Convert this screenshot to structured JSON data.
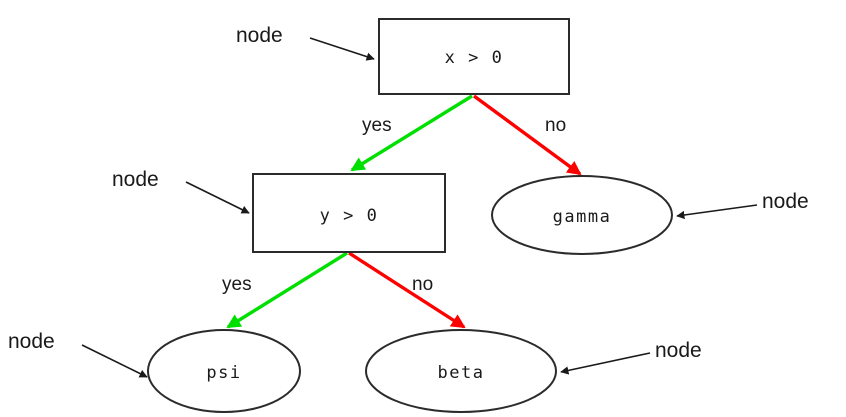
{
  "diagram": {
    "type": "decision-tree",
    "background_color": "#ffffff",
    "outline_color": "#2b2b2b",
    "text_color": "#1a1a1a",
    "yes_edge_color": "#00e000",
    "no_edge_color": "#ff0000",
    "annotation_color": "#1a1a1a",
    "nodes": [
      {
        "id": "root",
        "shape": "rectangle",
        "label": "x > 0"
      },
      {
        "id": "branch",
        "shape": "rectangle",
        "label": "y > 0"
      },
      {
        "id": "gamma",
        "shape": "ellipse",
        "label": "gamma"
      },
      {
        "id": "psi",
        "shape": "ellipse",
        "label": "psi"
      },
      {
        "id": "beta",
        "shape": "ellipse",
        "label": "beta"
      }
    ],
    "edges": [
      {
        "from": "root",
        "to": "branch",
        "label": "yes",
        "color": "#00e000"
      },
      {
        "from": "root",
        "to": "gamma",
        "label": "no",
        "color": "#ff0000"
      },
      {
        "from": "branch",
        "to": "psi",
        "label": "yes",
        "color": "#00e000"
      },
      {
        "from": "branch",
        "to": "beta",
        "label": "no",
        "color": "#ff0000"
      }
    ],
    "annotations": [
      {
        "id": "annot-root",
        "label": "node",
        "target": "root"
      },
      {
        "id": "annot-branch",
        "label": "node",
        "target": "branch"
      },
      {
        "id": "annot-gamma",
        "label": "node",
        "target": "gamma"
      },
      {
        "id": "annot-psi",
        "label": "node",
        "target": "psi"
      },
      {
        "id": "annot-beta",
        "label": "node",
        "target": "beta"
      }
    ]
  }
}
